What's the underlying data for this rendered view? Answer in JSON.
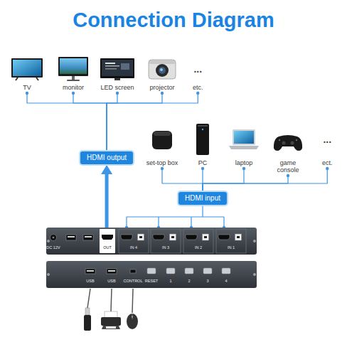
{
  "diagram": {
    "title": "Connection Diagram",
    "nodes": [
      {
        "text": [
          "TV"
        ]
      },
      {
        "text": [
          "monitor"
        ]
      },
      {
        "text": [
          "LED screen"
        ]
      },
      {
        "text": [
          "projector"
        ]
      },
      {
        "text": [
          "...",
          "etc."
        ]
      },
      {
        "text": [
          "HDMI output"
        ]
      },
      {
        "text": [
          "set-top box"
        ]
      },
      {
        "text": [
          "PC"
        ]
      },
      {
        "text": [
          "laptop"
        ]
      },
      {
        "text": [
          "game console"
        ]
      },
      {
        "text": [
          "...",
          "ect."
        ]
      },
      {
        "text": [
          "HDMI input"
        ]
      },
      {
        "text": [
          "DC 12V",
          "OUT",
          "IN 4",
          "IN 3",
          "IN 2",
          "IN 1"
        ]
      },
      {
        "text": [
          "USB",
          "USB",
          "CONTROL",
          "RESET",
          "1",
          "2",
          "3",
          "4"
        ]
      }
    ],
    "edges": [
      {
        "from": 0,
        "to": 5,
        "arrow": "none"
      },
      {
        "from": 1,
        "to": 5,
        "arrow": "none"
      },
      {
        "from": 2,
        "to": 5,
        "arrow": "none"
      },
      {
        "from": 3,
        "to": 5,
        "arrow": "none"
      },
      {
        "from": 4,
        "to": 5,
        "arrow": "none"
      },
      {
        "from": 12,
        "to": 5,
        "arrow": "to"
      },
      {
        "from": 6,
        "to": 11,
        "arrow": "none"
      },
      {
        "from": 7,
        "to": 11,
        "arrow": "none"
      },
      {
        "from": 8,
        "to": 11,
        "arrow": "none"
      },
      {
        "from": 9,
        "to": 11,
        "arrow": "none"
      },
      {
        "from": 10,
        "to": 11,
        "arrow": "none"
      },
      {
        "from": 11,
        "to": 12,
        "arrow": "none"
      }
    ]
  }
}
